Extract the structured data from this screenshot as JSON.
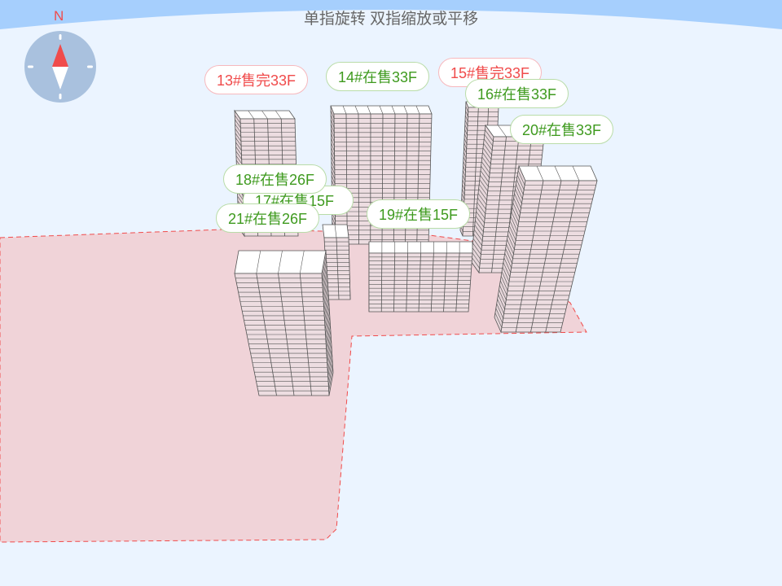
{
  "hint": "单指旋转 双指缩放或平移",
  "compass": {
    "north_label": "N",
    "icon": "compass-icon"
  },
  "colors": {
    "sky": "#a6cffd",
    "ground": "#ebf4ff",
    "site_fill": "#f0d3d8",
    "site_border": "#f04b4b",
    "on_sale": "#3e9a1e",
    "sold_out": "#f04b4b"
  },
  "buildings": [
    {
      "id": "13",
      "label": "13#售完33F",
      "status": "sold"
    },
    {
      "id": "14",
      "label": "14#在售33F",
      "status": "sale"
    },
    {
      "id": "15",
      "label": "15#售完33F",
      "status": "sold"
    },
    {
      "id": "16",
      "label": "16#在售33F",
      "status": "sale"
    },
    {
      "id": "20",
      "label": "20#在售33F",
      "status": "sale"
    },
    {
      "id": "17",
      "label": "17#在售15F",
      "status": "sale"
    },
    {
      "id": "18",
      "label": "18#在售26F",
      "status": "sale"
    },
    {
      "id": "21",
      "label": "21#在售26F",
      "status": "sale"
    },
    {
      "id": "19",
      "label": "19#在售15F",
      "status": "sale"
    }
  ]
}
